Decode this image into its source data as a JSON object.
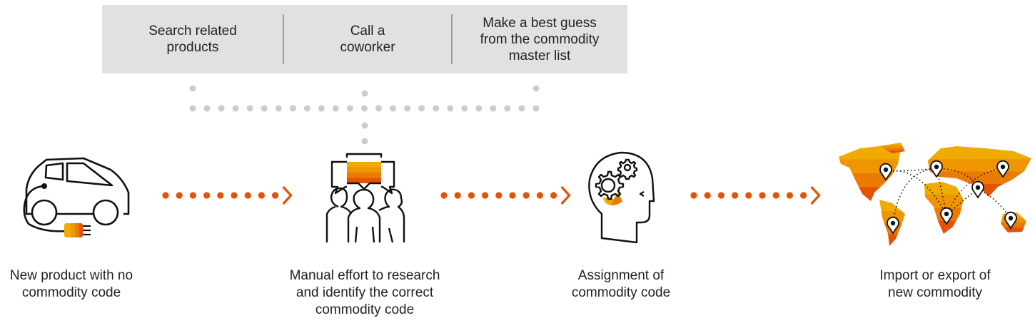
{
  "options_box": {
    "items": [
      {
        "label": "Search related\nproducts"
      },
      {
        "label": "Call a\ncoworker"
      },
      {
        "label": "Make a best guess\nfrom the commodity\nmaster list"
      }
    ]
  },
  "steps": [
    {
      "icon": "electric-car-icon",
      "caption": "New product with no\ncommodity code"
    },
    {
      "icon": "team-discussion-icon",
      "caption": "Manual effort to research\nand identify the correct\ncommodity code"
    },
    {
      "icon": "head-gears-icon",
      "caption": "Assignment of\ncommodity code"
    },
    {
      "icon": "world-map-icon",
      "caption": "Import or export of\nnew commodity"
    }
  ],
  "colors": {
    "accent_orange": "#E35205",
    "gray_box": "#E1E1E1",
    "connector_gray": "#CCCCCC",
    "gradient": [
      "#F0AB00",
      "#EE9500",
      "#EB7B00",
      "#E35205"
    ]
  }
}
